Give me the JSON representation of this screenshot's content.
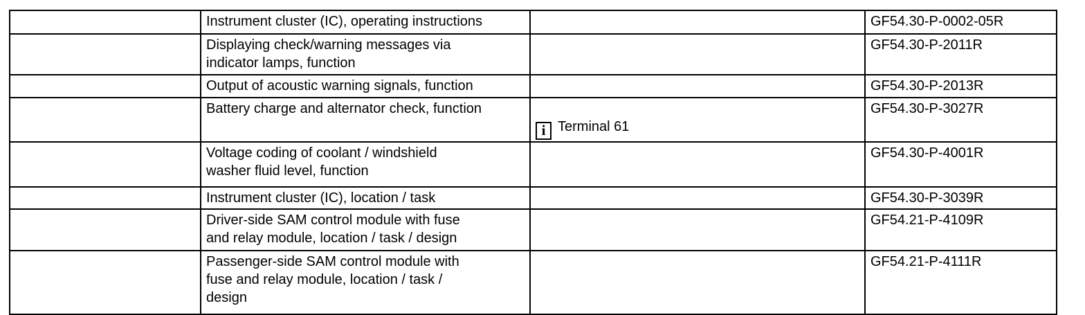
{
  "document_table": {
    "rows": [
      {
        "description": "Instrument cluster (IC), operating instructions",
        "note": "",
        "code": "GF54.30-P-0002-05R"
      },
      {
        "description": "Displaying check/warning messages via\nindicator lamps, function",
        "note": "",
        "code": "GF54.30-P-2011R"
      },
      {
        "description": "Output of acoustic warning signals, function",
        "note": "",
        "code": "GF54.30-P-2013R"
      },
      {
        "description": "Battery charge and alternator check, function",
        "note": "Terminal 61",
        "code": "GF54.30-P-3027R"
      },
      {
        "description": "Voltage coding of coolant / windshield\nwasher fluid level, function",
        "note": "",
        "code": "GF54.30-P-4001R"
      },
      {
        "description": "Instrument cluster (IC), location / task",
        "note": "",
        "code": "GF54.30-P-3039R"
      },
      {
        "description": "Driver-side SAM control module with fuse\nand relay module, location / task / design",
        "note": "",
        "code": "GF54.21-P-4109R"
      },
      {
        "description": "Passenger-side SAM control module with\nfuse and relay module, location / task /\ndesign",
        "note": "",
        "code": "GF54.21-P-4111R"
      }
    ]
  },
  "icons": {
    "info_icon_glyph": "i"
  },
  "colors": {
    "border": "#000000",
    "text": "#000000",
    "background": "#ffffff"
  }
}
